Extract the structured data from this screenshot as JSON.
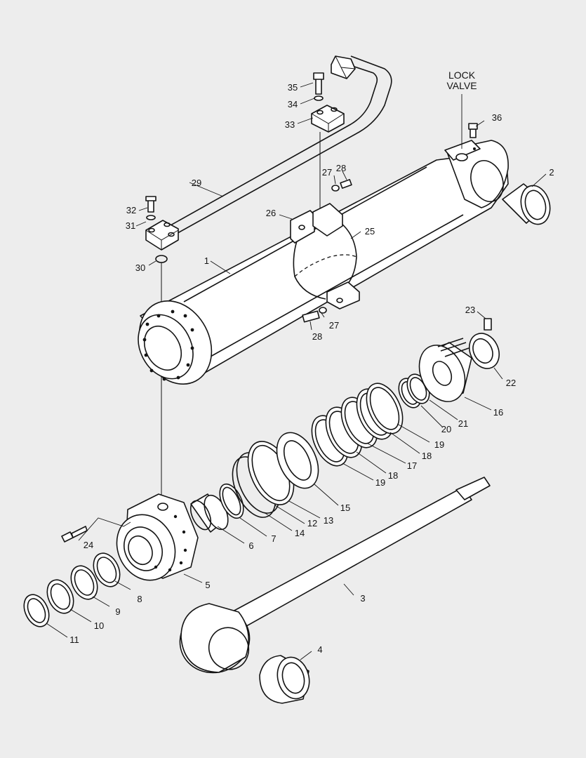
{
  "diagram": {
    "annotation": [
      "LOCK",
      "VALVE"
    ],
    "callouts": [
      "1",
      "2",
      "3",
      "4",
      "5",
      "6",
      "7",
      "8",
      "9",
      "10",
      "11",
      "12",
      "13",
      "14",
      "15",
      "16",
      "17",
      "18",
      "18",
      "19",
      "19",
      "20",
      "21",
      "22",
      "23",
      "24",
      "25",
      "26",
      "27",
      "27",
      "28",
      "28",
      "29",
      "30",
      "31",
      "32",
      "33",
      "34",
      "35",
      "36"
    ]
  }
}
